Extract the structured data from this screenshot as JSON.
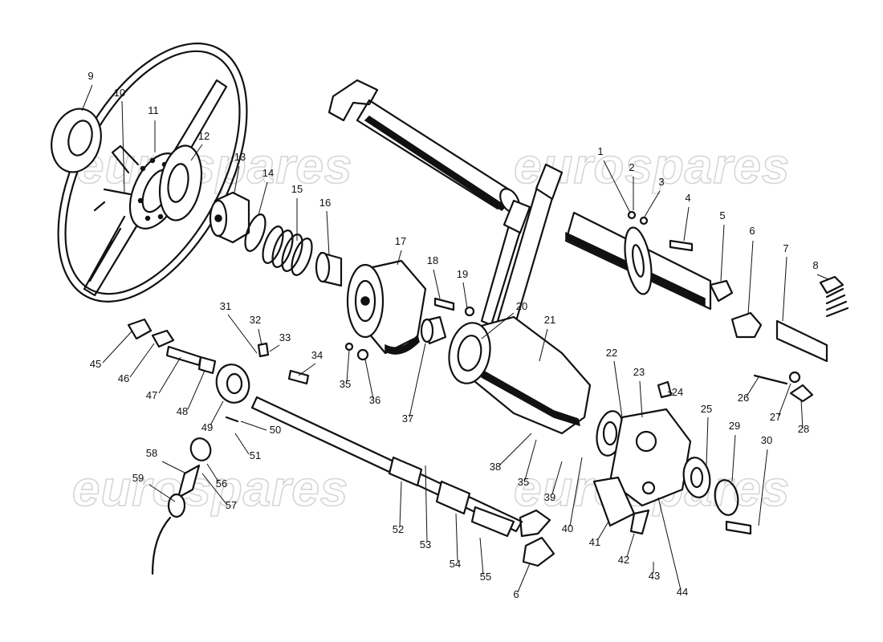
{
  "watermark": "eurospares",
  "callouts": [
    {
      "id": "c1",
      "text": "1"
    },
    {
      "id": "c2",
      "text": "2"
    },
    {
      "id": "c3",
      "text": "3"
    },
    {
      "id": "c4",
      "text": "4"
    },
    {
      "id": "c5",
      "text": "5"
    },
    {
      "id": "c6a",
      "text": "6"
    },
    {
      "id": "c7",
      "text": "7"
    },
    {
      "id": "c8",
      "text": "8"
    },
    {
      "id": "c9",
      "text": "9"
    },
    {
      "id": "c10",
      "text": "10"
    },
    {
      "id": "c11",
      "text": "11"
    },
    {
      "id": "c12",
      "text": "12"
    },
    {
      "id": "c13",
      "text": "13"
    },
    {
      "id": "c14",
      "text": "14"
    },
    {
      "id": "c15",
      "text": "15"
    },
    {
      "id": "c16",
      "text": "16"
    },
    {
      "id": "c17",
      "text": "17"
    },
    {
      "id": "c18",
      "text": "18"
    },
    {
      "id": "c19",
      "text": "19"
    },
    {
      "id": "c20",
      "text": "20"
    },
    {
      "id": "c21",
      "text": "21"
    },
    {
      "id": "c22",
      "text": "22"
    },
    {
      "id": "c23",
      "text": "23"
    },
    {
      "id": "c24",
      "text": "24"
    },
    {
      "id": "c25",
      "text": "25"
    },
    {
      "id": "c26",
      "text": "26"
    },
    {
      "id": "c27",
      "text": "27"
    },
    {
      "id": "c28",
      "text": "28"
    },
    {
      "id": "c29",
      "text": "29"
    },
    {
      "id": "c30",
      "text": "30"
    },
    {
      "id": "c31",
      "text": "31"
    },
    {
      "id": "c32",
      "text": "32"
    },
    {
      "id": "c33",
      "text": "33"
    },
    {
      "id": "c34",
      "text": "34"
    },
    {
      "id": "c35a",
      "text": "35"
    },
    {
      "id": "c36",
      "text": "36"
    },
    {
      "id": "c37",
      "text": "37"
    },
    {
      "id": "c38",
      "text": "38"
    },
    {
      "id": "c35b",
      "text": "35"
    },
    {
      "id": "c39",
      "text": "39"
    },
    {
      "id": "c40",
      "text": "40"
    },
    {
      "id": "c41",
      "text": "41"
    },
    {
      "id": "c42",
      "text": "42"
    },
    {
      "id": "c43",
      "text": "43"
    },
    {
      "id": "c44",
      "text": "44"
    },
    {
      "id": "c45",
      "text": "45"
    },
    {
      "id": "c46",
      "text": "46"
    },
    {
      "id": "c47",
      "text": "47"
    },
    {
      "id": "c48",
      "text": "48"
    },
    {
      "id": "c49",
      "text": "49"
    },
    {
      "id": "c50",
      "text": "50"
    },
    {
      "id": "c51",
      "text": "51"
    },
    {
      "id": "c52",
      "text": "52"
    },
    {
      "id": "c53",
      "text": "53"
    },
    {
      "id": "c54",
      "text": "54"
    },
    {
      "id": "c55",
      "text": "55"
    },
    {
      "id": "c6b",
      "text": "6"
    },
    {
      "id": "c56",
      "text": "56"
    },
    {
      "id": "c57",
      "text": "57"
    },
    {
      "id": "c58",
      "text": "58"
    },
    {
      "id": "c59",
      "text": "59"
    }
  ],
  "colors": {
    "ink": "#111111",
    "watermark": "#d2d2d2",
    "background": "#ffffff"
  }
}
